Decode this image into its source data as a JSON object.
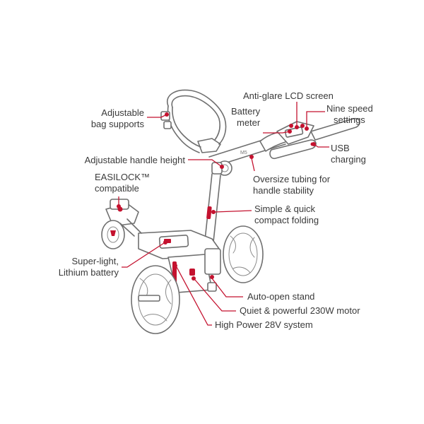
{
  "accent_color": "#c4122f",
  "callouts": {
    "anti_glare_lcd": "Anti-glare LCD screen",
    "battery_meter": [
      "Battery",
      "meter"
    ],
    "nine_speed": [
      "Nine speed",
      "settings"
    ],
    "bag_supports": [
      "Adjustable",
      "bag supports"
    ],
    "usb_charging": [
      "USB",
      "charging"
    ],
    "handle_height": "Adjustable handle height",
    "oversize_tubing": [
      "Oversize tubing for",
      "handle stability"
    ],
    "easilock": [
      "EASILOCK™",
      "compatible"
    ],
    "compact_folding": [
      "Simple & quick",
      "compact folding"
    ],
    "battery": [
      "Super-light,",
      "Lithium battery"
    ],
    "auto_open_stand": "Auto-open stand",
    "motor": "Quiet & powerful 230W motor",
    "power_system": "High Power 28V system"
  },
  "handle_mark": "M5"
}
